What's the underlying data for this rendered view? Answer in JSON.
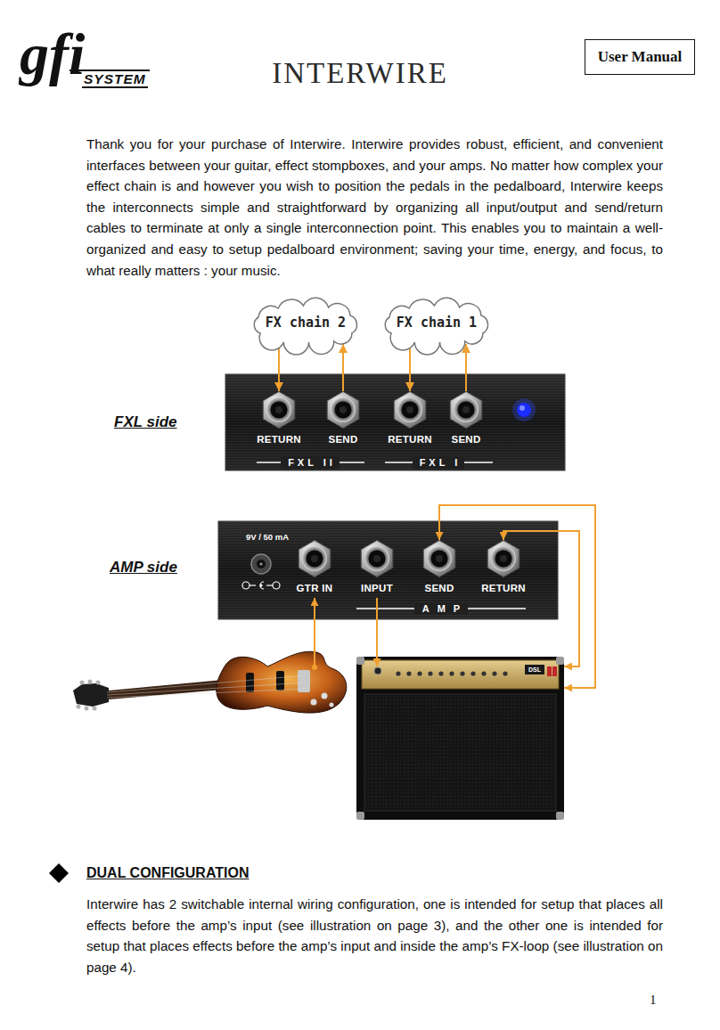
{
  "diagram": {
    "title": "INTERWIRE",
    "nodes": [
      {
        "text": [
          "User Manual"
        ]
      },
      {
        "text": [
          "FX chain 2"
        ]
      },
      {
        "text": [
          "FX chain 1"
        ]
      },
      {
        "text": [
          "FXL II",
          "FXL I"
        ]
      },
      {
        "text": [
          "RETURN"
        ],
        "in": 3
      },
      {
        "text": [
          "SEND"
        ],
        "in": 3
      },
      {
        "text": [
          "RETURN"
        ],
        "in": 3
      },
      {
        "text": [
          "SEND"
        ],
        "in": 3
      },
      {
        "text": [
          "9V / 50 mA",
          "AMP"
        ]
      },
      {
        "text": [
          "GTR IN"
        ],
        "in": 8
      },
      {
        "text": [
          "INPUT"
        ],
        "in": 8
      },
      {
        "text": [
          "SEND"
        ],
        "in": 8
      },
      {
        "text": [
          "RETURN"
        ],
        "in": 8
      }
    ],
    "edges": [
      {
        "from": 1,
        "to": 4,
        "arrow": "to"
      },
      {
        "from": 5,
        "to": 1,
        "arrow": "to"
      },
      {
        "from": 2,
        "to": 6,
        "arrow": "to"
      },
      {
        "from": 7,
        "to": 2,
        "arrow": "to"
      }
    ],
    "labels": [
      "gfi",
      "SYSTEM",
      "Thank you for your purchase of Interwire. Interwire provides robust, efficient, and convenient interfaces between your guitar, effect stompboxes, and your amps. No matter how complex your effect chain is and however you wish to position the pedals in the pedalboard, Interwire keeps the interconnects simple and straightforward by organizing all input/output and send/return cables to terminate at only a single interconnection point. This enables you to maintain a well-organized and easy to setup pedalboard environment; saving your time, energy, and focus, to what really matters : your music.",
      "FXL side",
      "AMP side",
      "DSL",
      "DUAL CONFIGURATION",
      "Interwire has 2 switchable internal wiring configuration, one is intended for setup that places all effects before the amp’s input (see illustration on page 3), and the other one is intended for setup that places effects before the amp’s input and inside the amp’s FX-loop (see illustration on page 4).",
      "1"
    ]
  }
}
